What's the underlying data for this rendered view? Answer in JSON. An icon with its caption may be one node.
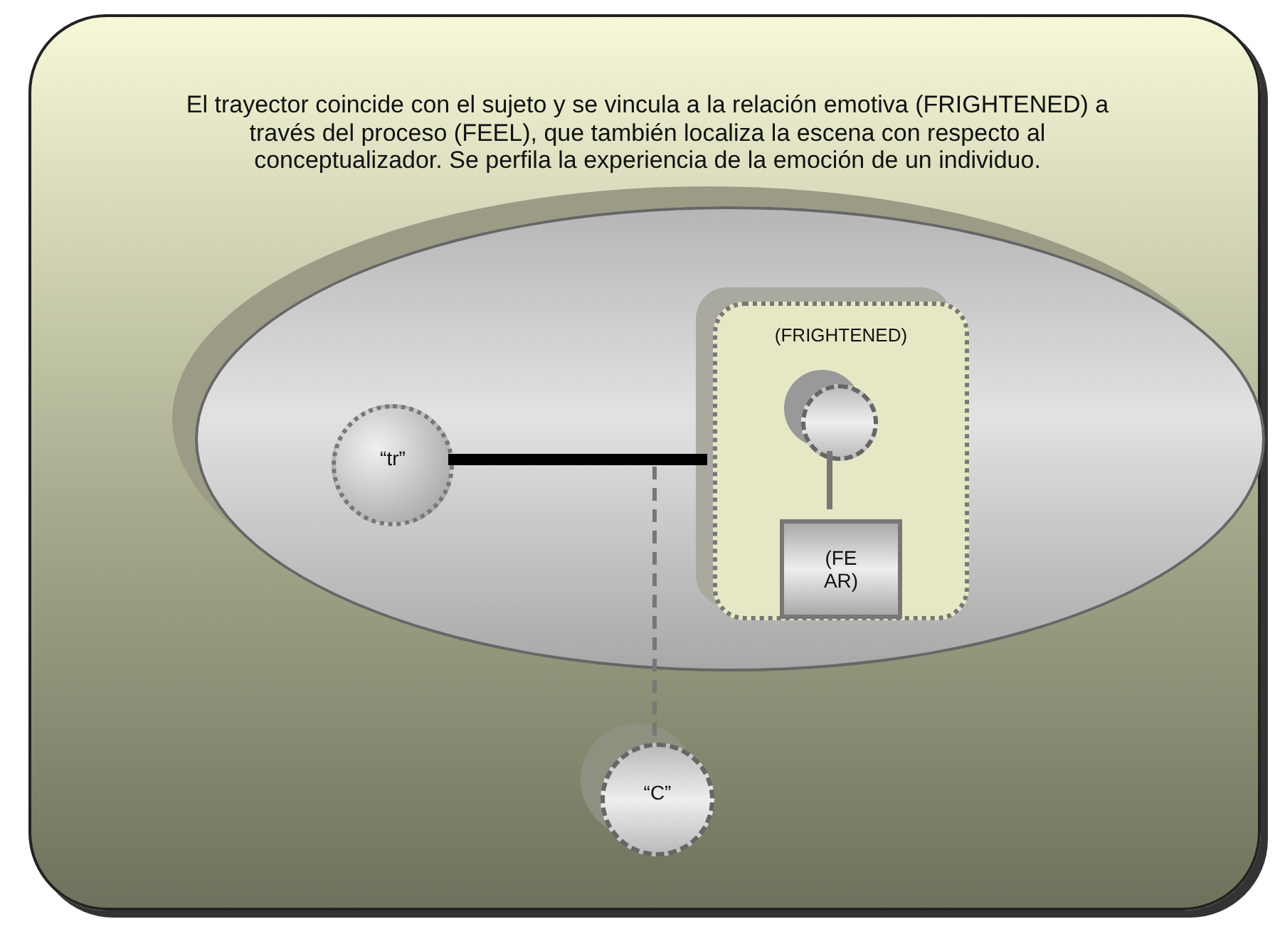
{
  "diagram": {
    "nodes": [
      {
        "text": [
          "El trayector coincide con el sujeto y se vincula a la relación emotiva (FRIGHTENED) a través del proceso (FEEL), que también localiza la escena con respecto al conceptualizador. Se perfila la experiencia de la emoción de un individuo."
        ]
      },
      {
        "text": [],
        "shape": "ellipse",
        "in": 0
      },
      {
        "text": [
          "“tr”"
        ],
        "in": 1
      },
      {
        "text": [
          "(FRIGHTENED)"
        ],
        "in": 1
      },
      {
        "text": [],
        "shape": "circle",
        "in": 3
      },
      {
        "text": [
          "(FE AR)"
        ],
        "in": 3
      },
      {
        "text": [
          "“C”"
        ],
        "in": 0
      }
    ],
    "edges": [
      {
        "from": 2,
        "to": 3,
        "arrow": "none",
        "style": "thick",
        "color": "#000000"
      },
      {
        "from": 4,
        "to": 5,
        "arrow": "none"
      },
      {
        "from": null,
        "to": 6,
        "arrow": "none",
        "style": "dashed"
      }
    ]
  }
}
